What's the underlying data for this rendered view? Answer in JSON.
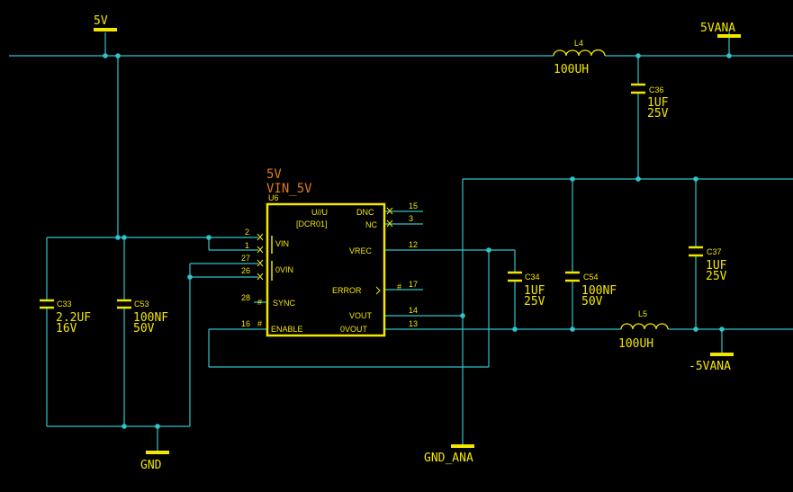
{
  "nets": {
    "v5": "5V",
    "v5vana": "5VANA",
    "gnd": "GND",
    "gnd_ana": "GND_ANA",
    "neg5vana": "-5VANA"
  },
  "ic": {
    "ref": "U6",
    "name": "U//U",
    "part": "[DCR01]",
    "attr1": "5V",
    "attr2": "VIN_5V",
    "pins_left": [
      {
        "num": "2",
        "name": "VIN"
      },
      {
        "num": "1",
        "name": ""
      },
      {
        "num": "27",
        "name": "0VIN"
      },
      {
        "num": "26",
        "name": ""
      },
      {
        "num": "28",
        "name": "SYNC"
      },
      {
        "num": "16",
        "name": "ENABLE"
      }
    ],
    "pins_right": [
      {
        "num": "15",
        "name": "DNC"
      },
      {
        "num": "3",
        "name": "NC"
      },
      {
        "num": "12",
        "name": "VREC"
      },
      {
        "num": "17",
        "name": "ERROR"
      },
      {
        "num": "14",
        "name": "VOUT"
      },
      {
        "num": "13",
        "name": "0VOUT"
      }
    ]
  },
  "inductors": [
    {
      "ref": "L4",
      "value": "100UH"
    },
    {
      "ref": "L5",
      "value": "100UH"
    }
  ],
  "capacitors": [
    {
      "ref": "C33",
      "value": "2.2UF",
      "rating": "16V"
    },
    {
      "ref": "C53",
      "value": "100NF",
      "rating": "50V"
    },
    {
      "ref": "C36",
      "value": "1UF",
      "rating": "25V"
    },
    {
      "ref": "C34",
      "value": "1UF",
      "rating": "25V"
    },
    {
      "ref": "C54",
      "value": "100NF",
      "rating": "50V"
    },
    {
      "ref": "C37",
      "value": "1UF",
      "rating": "25V"
    }
  ],
  "colors": {
    "background": "#000000",
    "wire": "#2fc4cc",
    "component": "#f2e600",
    "attribute": "#e07a1c"
  }
}
